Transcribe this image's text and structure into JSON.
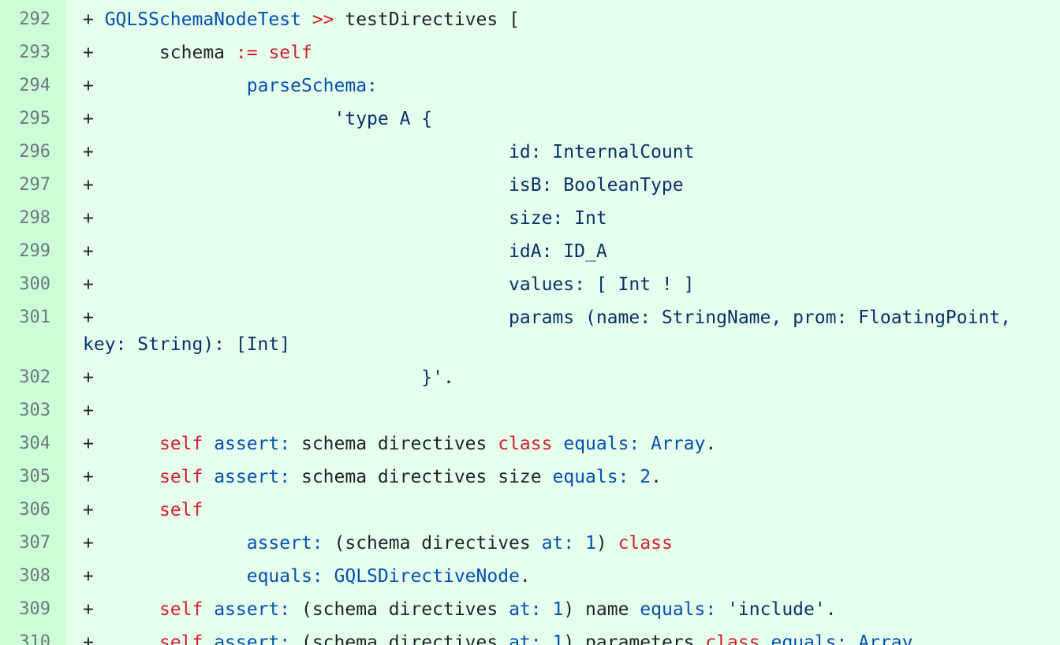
{
  "colors": {
    "gutter_bg": "#ccffd8",
    "code_bg": "#e6ffec",
    "line_number": "#6e7781",
    "plain": "#1f2328",
    "class_name": "#0550ae",
    "selector": "#0550ae",
    "keyword": "#cf222e",
    "string": "#0a3069",
    "number": "#0550ae"
  },
  "diff": {
    "lines": [
      {
        "number": "292",
        "tokens": [
          {
            "t": "plain",
            "v": "+ "
          },
          {
            "t": "class",
            "v": "GQLSSchemaNodeTest"
          },
          {
            "t": "plain",
            "v": " "
          },
          {
            "t": "keyword",
            "v": ">>"
          },
          {
            "t": "plain",
            "v": " testDirectives ["
          }
        ]
      },
      {
        "number": "293",
        "tokens": [
          {
            "t": "plain",
            "v": "+      schema "
          },
          {
            "t": "keyword",
            "v": ":="
          },
          {
            "t": "plain",
            "v": " "
          },
          {
            "t": "keyword",
            "v": "self"
          }
        ]
      },
      {
        "number": "294",
        "tokens": [
          {
            "t": "plain",
            "v": "+              "
          },
          {
            "t": "selector",
            "v": "parseSchema:"
          }
        ]
      },
      {
        "number": "295",
        "tokens": [
          {
            "t": "plain",
            "v": "+                      "
          },
          {
            "t": "string",
            "v": "'type A {"
          }
        ]
      },
      {
        "number": "296",
        "tokens": [
          {
            "t": "plain",
            "v": "+                                      "
          },
          {
            "t": "string",
            "v": "id: InternalCount"
          }
        ]
      },
      {
        "number": "297",
        "tokens": [
          {
            "t": "plain",
            "v": "+                                      "
          },
          {
            "t": "string",
            "v": "isB: BooleanType"
          }
        ]
      },
      {
        "number": "298",
        "tokens": [
          {
            "t": "plain",
            "v": "+                                      "
          },
          {
            "t": "string",
            "v": "size: Int"
          }
        ]
      },
      {
        "number": "299",
        "tokens": [
          {
            "t": "plain",
            "v": "+                                      "
          },
          {
            "t": "string",
            "v": "idA: ID_A"
          }
        ]
      },
      {
        "number": "300",
        "tokens": [
          {
            "t": "plain",
            "v": "+                                      "
          },
          {
            "t": "string",
            "v": "values: [ Int ! ]"
          }
        ]
      },
      {
        "number": "301",
        "tokens": [
          {
            "t": "plain",
            "v": "+                                      "
          },
          {
            "t": "string",
            "v": "params (name: StringName, prom: FloatingPoint, key: String): [Int]"
          }
        ]
      },
      {
        "number": "302",
        "tokens": [
          {
            "t": "plain",
            "v": "+                              "
          },
          {
            "t": "string",
            "v": "}'"
          },
          {
            "t": "plain",
            "v": "."
          }
        ]
      },
      {
        "number": "303",
        "tokens": [
          {
            "t": "plain",
            "v": "+"
          }
        ]
      },
      {
        "number": "304",
        "tokens": [
          {
            "t": "plain",
            "v": "+      "
          },
          {
            "t": "keyword",
            "v": "self"
          },
          {
            "t": "plain",
            "v": " "
          },
          {
            "t": "selector",
            "v": "assert:"
          },
          {
            "t": "plain",
            "v": " schema directives "
          },
          {
            "t": "keyword",
            "v": "class"
          },
          {
            "t": "plain",
            "v": " "
          },
          {
            "t": "selector",
            "v": "equals:"
          },
          {
            "t": "plain",
            "v": " "
          },
          {
            "t": "class",
            "v": "Array"
          },
          {
            "t": "plain",
            "v": "."
          }
        ]
      },
      {
        "number": "305",
        "tokens": [
          {
            "t": "plain",
            "v": "+      "
          },
          {
            "t": "keyword",
            "v": "self"
          },
          {
            "t": "plain",
            "v": " "
          },
          {
            "t": "selector",
            "v": "assert:"
          },
          {
            "t": "plain",
            "v": " schema directives size "
          },
          {
            "t": "selector",
            "v": "equals:"
          },
          {
            "t": "plain",
            "v": " "
          },
          {
            "t": "number",
            "v": "2"
          },
          {
            "t": "plain",
            "v": "."
          }
        ]
      },
      {
        "number": "306",
        "tokens": [
          {
            "t": "plain",
            "v": "+      "
          },
          {
            "t": "keyword",
            "v": "self"
          }
        ]
      },
      {
        "number": "307",
        "tokens": [
          {
            "t": "plain",
            "v": "+              "
          },
          {
            "t": "selector",
            "v": "assert:"
          },
          {
            "t": "plain",
            "v": " (schema directives "
          },
          {
            "t": "selector",
            "v": "at:"
          },
          {
            "t": "plain",
            "v": " "
          },
          {
            "t": "number",
            "v": "1"
          },
          {
            "t": "plain",
            "v": ") "
          },
          {
            "t": "keyword",
            "v": "class"
          }
        ]
      },
      {
        "number": "308",
        "tokens": [
          {
            "t": "plain",
            "v": "+              "
          },
          {
            "t": "selector",
            "v": "equals:"
          },
          {
            "t": "plain",
            "v": " "
          },
          {
            "t": "class",
            "v": "GQLSDirectiveNode"
          },
          {
            "t": "plain",
            "v": "."
          }
        ]
      },
      {
        "number": "309",
        "tokens": [
          {
            "t": "plain",
            "v": "+      "
          },
          {
            "t": "keyword",
            "v": "self"
          },
          {
            "t": "plain",
            "v": " "
          },
          {
            "t": "selector",
            "v": "assert:"
          },
          {
            "t": "plain",
            "v": " (schema directives "
          },
          {
            "t": "selector",
            "v": "at:"
          },
          {
            "t": "plain",
            "v": " "
          },
          {
            "t": "number",
            "v": "1"
          },
          {
            "t": "plain",
            "v": ") name "
          },
          {
            "t": "selector",
            "v": "equals:"
          },
          {
            "t": "plain",
            "v": " "
          },
          {
            "t": "string",
            "v": "'include'"
          },
          {
            "t": "plain",
            "v": "."
          }
        ]
      },
      {
        "number": "310",
        "tokens": [
          {
            "t": "plain",
            "v": "+      "
          },
          {
            "t": "keyword",
            "v": "self"
          },
          {
            "t": "plain",
            "v": " "
          },
          {
            "t": "selector",
            "v": "assert:"
          },
          {
            "t": "plain",
            "v": " (schema directives "
          },
          {
            "t": "selector",
            "v": "at:"
          },
          {
            "t": "plain",
            "v": " "
          },
          {
            "t": "number",
            "v": "1"
          },
          {
            "t": "plain",
            "v": ") parameters "
          },
          {
            "t": "keyword",
            "v": "class"
          },
          {
            "t": "plain",
            "v": " "
          },
          {
            "t": "selector",
            "v": "equals:"
          },
          {
            "t": "plain",
            "v": " "
          },
          {
            "t": "class",
            "v": "Array"
          },
          {
            "t": "plain",
            "v": "."
          }
        ]
      }
    ]
  }
}
